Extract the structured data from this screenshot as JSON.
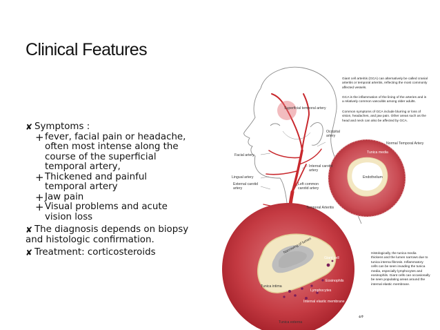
{
  "slide": {
    "title": "Clinical Features",
    "bullets": [
      {
        "marker": "✘",
        "text": "Symptoms :"
      },
      {
        "marker": "✘",
        "text": "The diagnosis depends on biopsy",
        "text2": "and histologic confirmation."
      },
      {
        "marker": "✘",
        "text": "Treatment: corticosteroids"
      }
    ],
    "sub_bullets": [
      {
        "marker": "+",
        "lines": [
          "fever, facial pain or headache,",
          "often most intense along the",
          "course of the superficial",
          "temporal artery,"
        ]
      },
      {
        "marker": "+",
        "lines": [
          "Thickened and painful",
          "temporal artery"
        ]
      },
      {
        "marker": "+",
        "lines": [
          "Jaw pain"
        ]
      },
      {
        "marker": "+",
        "lines": [
          "Visual problems and acute",
          "vision loss"
        ]
      }
    ]
  },
  "illustration": {
    "labels": {
      "superficial_temporal_artery": "Superficial temporal artery",
      "occipital_artery": [
        "Occipital",
        "artery"
      ],
      "facial_artery": "Facial artery",
      "lingual_artery": "Lingual artery",
      "external_carotid_artery": [
        "External carotid",
        "artery"
      ],
      "internal_carotid_artery": [
        "Internal carotid",
        "artery"
      ],
      "left_common_carotid_artery": [
        "Left common",
        "carotid artery"
      ],
      "temporal_arteritis": "Temporal Arteritis",
      "normal_temporal_artery": "Normal Temporal Artery",
      "tunica_media_top": "Tunica media",
      "endothelium": "Endothelium",
      "narrowing_of_lumen": "Narrowing of lumen",
      "giant_cell": "Giant cell",
      "tunica_intima": "Tunica intima",
      "eosinophils": "Eosinophils",
      "lymphocytes": "Lymphocytes",
      "internal_elastic_membrane": "Internal elastic membrane",
      "tunica_externa": "Tunica externa"
    },
    "paragraphs": {
      "p1": [
        "Giant cell arteritis (GCA) can alternatively be called cranial",
        "arteritis or temporal arteritis, reflecting the most commonly",
        "affected vessels."
      ],
      "p2": [
        "GCA is the inflammation of the lining of the arteries and is",
        "a relatively common vasculitis among older adults."
      ],
      "p3": [
        "Common symptoms of GCA include blurring or loss of",
        "vision, headaches, and jaw pain. Other areas such as the",
        "head and neck can also be affected by GCA."
      ],
      "p4": [
        "Histologically, the tunica media",
        "thickens and the lumen narrows due to",
        "tunica interna fibrosis. Inflammatory",
        "cells can be seen invading the tunica",
        "media, especially lymphocytes and",
        "eosinophils. Giant cells can occasionally",
        "be seen populating areas around the",
        "internal elastic membrane."
      ]
    },
    "colors": {
      "artery_red": "#c8282d",
      "vessel_wall": "#b8323a",
      "lumen_cream": "#f3e7c2",
      "lumen_gray": "#bdbdbd",
      "skin_outline": "#8a8a8a"
    }
  }
}
